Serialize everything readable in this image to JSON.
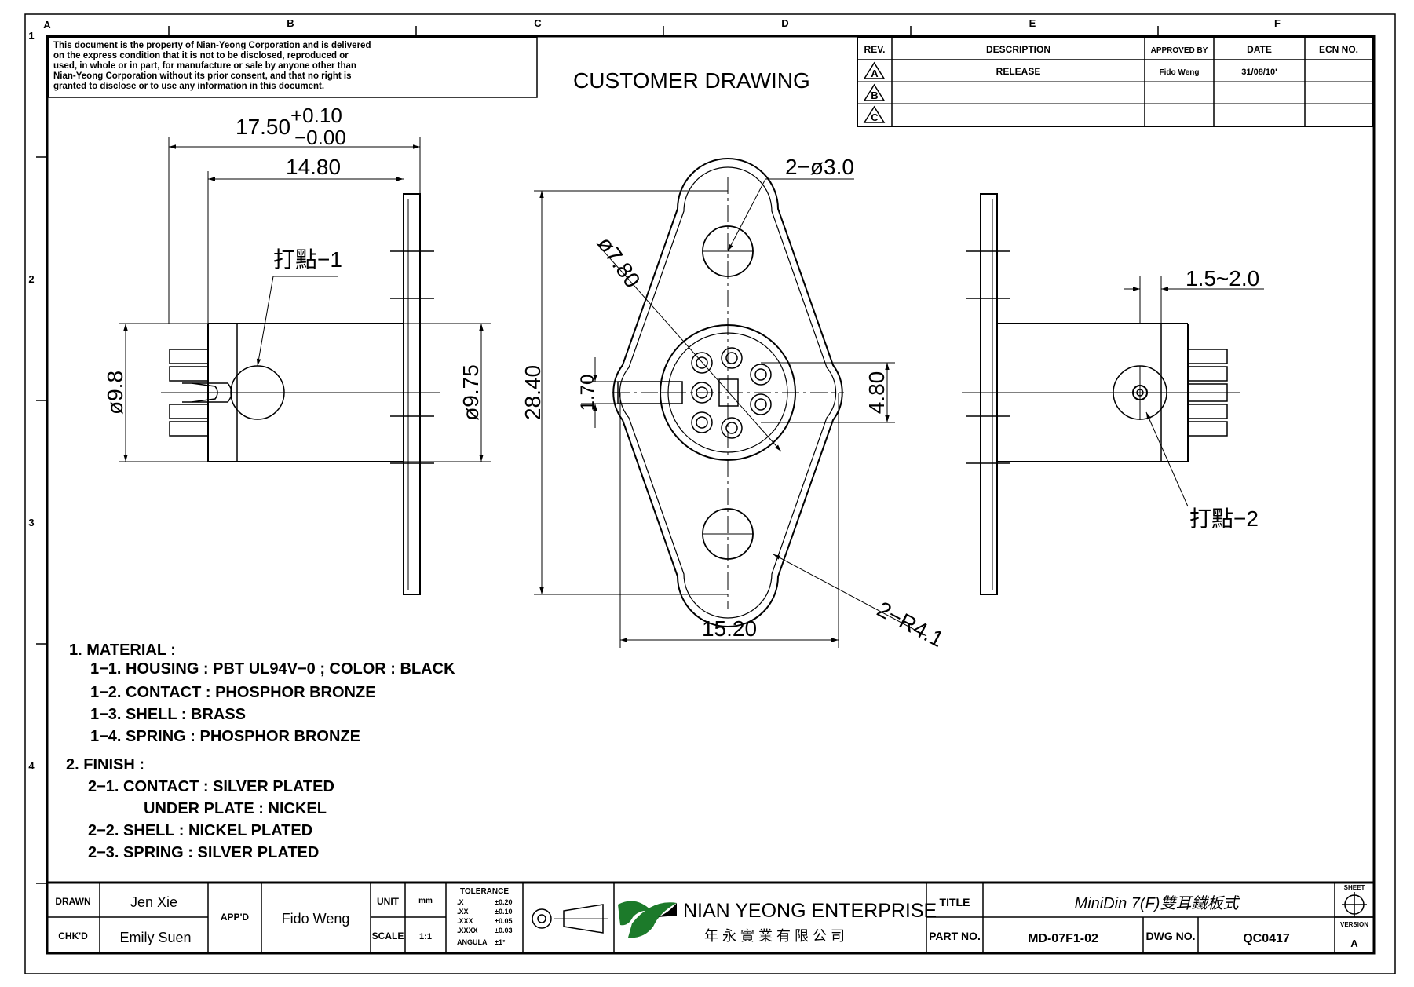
{
  "border": {
    "columns": [
      "A",
      "B",
      "C",
      "D",
      "E",
      "F"
    ],
    "rows": [
      "1",
      "2",
      "3",
      "4"
    ]
  },
  "notice": [
    "This document is the property of Nian-Yeong Corporation and is delivered",
    "on the express condition that it is not to be disclosed, reproduced or",
    "used, in whole or in part, for manufacture or sale by anyone other than",
    "Nian-Yeong Corporation without its prior consent, and that no right is",
    "granted to disclose or to use any information in this document."
  ],
  "heading": "CUSTOMER  DRAWING",
  "revision_table": {
    "headers": [
      "REV.",
      "DESCRIPTION",
      "APPROVED BY",
      "DATE",
      "ECN NO."
    ],
    "rows": [
      {
        "rev": "A",
        "description": "RELEASE",
        "approved_by": "Fido Weng",
        "date": "31/08/10'",
        "ecn": ""
      },
      {
        "rev": "B",
        "description": "",
        "approved_by": "",
        "date": "",
        "ecn": ""
      },
      {
        "rev": "C",
        "description": "",
        "approved_by": "",
        "date": "",
        "ecn": ""
      }
    ]
  },
  "dimensions": {
    "overall_length_nominal": "17.50",
    "overall_length_tol_plus": "+0.10",
    "overall_length_tol_minus": "−0.00",
    "body_length": "14.80",
    "left_dia": "ø9.8",
    "shell_dia": "ø9.75",
    "mount_holes": "2−ø3.0",
    "inner_dia": "ø7.80",
    "height": "28.40",
    "key_width": "1.70",
    "pin_span": "4.80",
    "width": "15.20",
    "radius": "2−R4.1",
    "panel_range": "1.5~2.0",
    "mark1": "打點−1",
    "mark2": "打點−2"
  },
  "notes": [
    "1.  MATERIAL  :",
    "1−1.  HOUSING  :  PBT  UL94V−0  ;  COLOR  :  BLACK",
    "1−2.  CONTACT  :  PHOSPHOR  BRONZE",
    "1−3.  SHELL  :  BRASS",
    "1−4.  SPRING  :  PHOSPHOR  BRONZE",
    "2.  FINISH  :",
    "2−1.  CONTACT  :  SILVER  PLATED",
    "UNDER  PLATE  :  NICKEL",
    "2−2.  SHELL  :  NICKEL  PLATED",
    "2−3.  SPRING  :  SILVER  PLATED"
  ],
  "title_block": {
    "drawn_label": "DRAWN",
    "drawn": "Jen Xie",
    "chkd_label": "CHK'D",
    "chkd": "Emily Suen",
    "appd_label": "APP'D",
    "appd": "Fido Weng",
    "unit_label": "UNIT",
    "unit": "mm",
    "scale_label": "SCALE",
    "scale": "1:1",
    "tolerance_label": "TOLERANCE",
    "tolerances": [
      {
        "k": ".X",
        "v": "±0.20"
      },
      {
        "k": ".XX",
        "v": "±0.10"
      },
      {
        "k": ".XXX",
        "v": "±0.05"
      },
      {
        "k": ".XXXX",
        "v": "±0.03"
      },
      {
        "k": "ANGULA",
        "v": "±1°"
      }
    ],
    "company_en": "NIAN YEONG ENTERPRISE",
    "company_zh": "年 永 實 業 有 限 公 司",
    "title_label": "TITLE",
    "title": "MiniDin  7(F)雙耳鐵板式",
    "part_label": "PART NO.",
    "part_no": "MD-07F1-02",
    "dwg_label": "DWG NO.",
    "dwg_no": "QC0417",
    "sheet_label": "SHEET",
    "version_label": "VERSION",
    "version": "A"
  }
}
